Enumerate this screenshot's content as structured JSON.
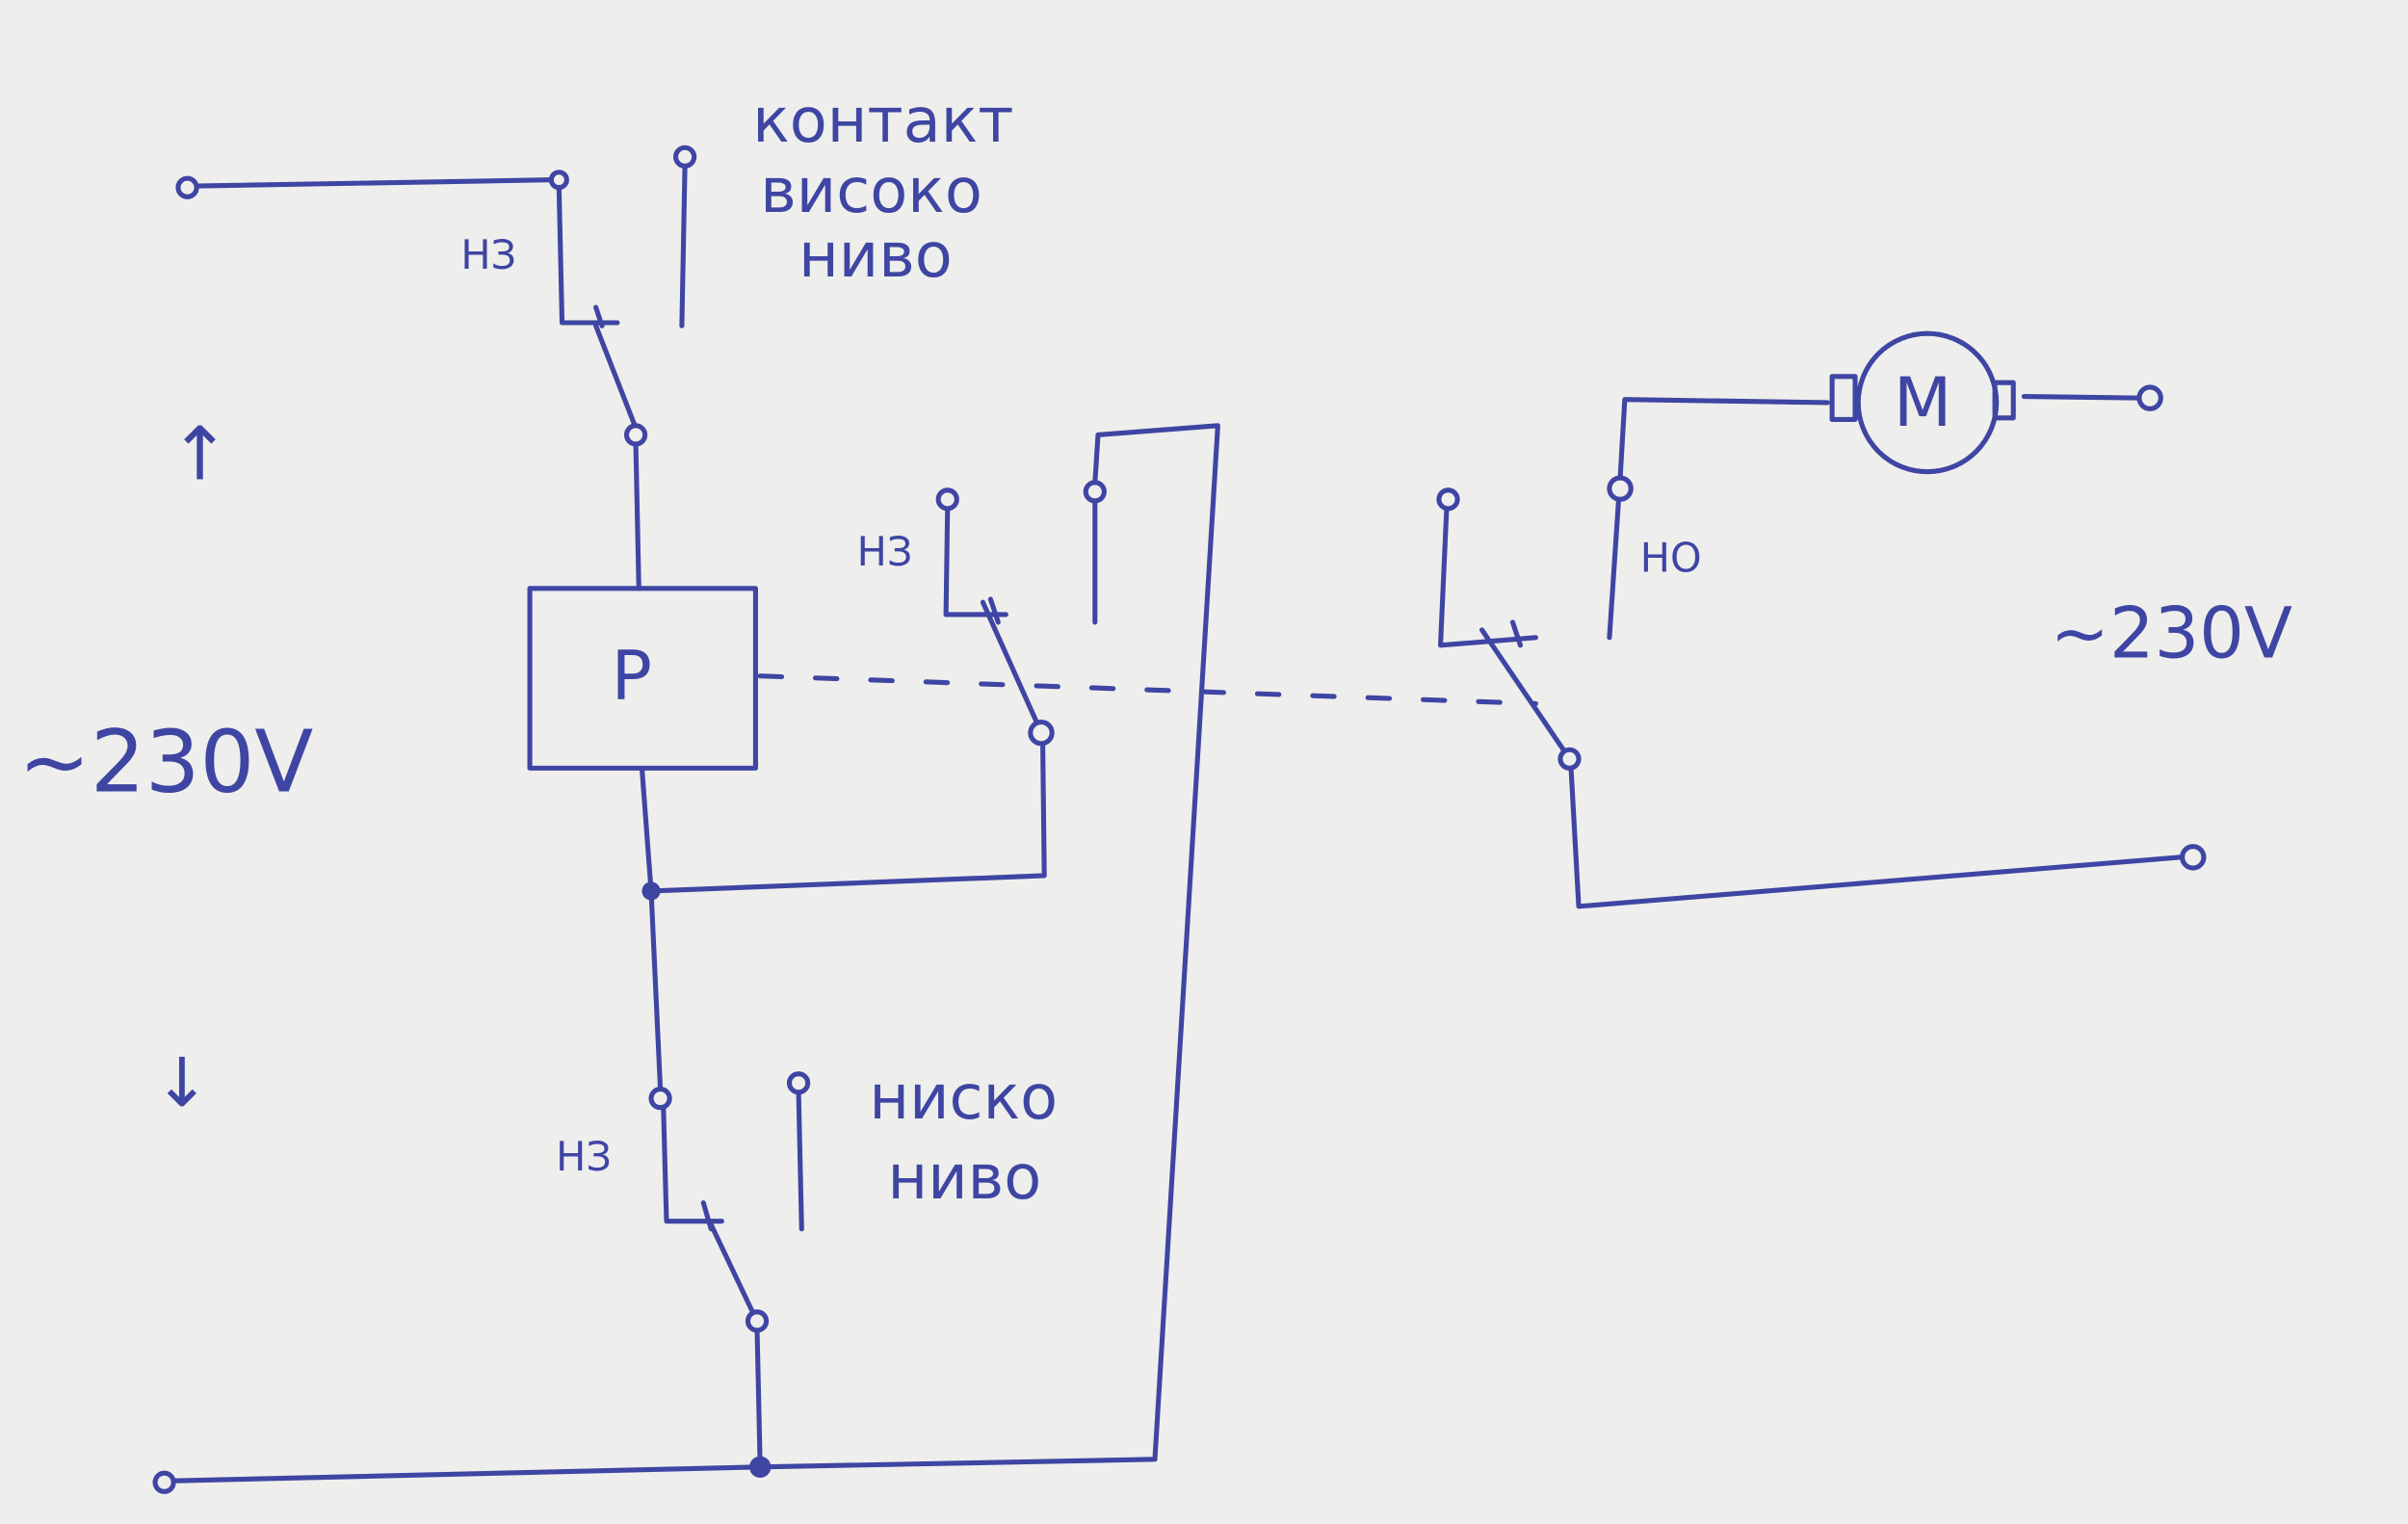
{
  "labels": {
    "high_contact_line1": "контакт",
    "high_contact_line2": "високо",
    "high_contact_line3": "ниво",
    "low_contact_line1": "ниско",
    "low_contact_line2": "ниво",
    "nc_top": "НЗ",
    "nc_middle": "НЗ",
    "nc_bottom": "НЗ",
    "no_right": "НО",
    "relay": "P",
    "motor": "M",
    "voltage_left": "~230V",
    "voltage_right": "~230V",
    "arrow_up": "↑",
    "arrow_down": "↓"
  },
  "colors": {
    "ink": "#3f45a3",
    "paper": "#eeeeec"
  }
}
